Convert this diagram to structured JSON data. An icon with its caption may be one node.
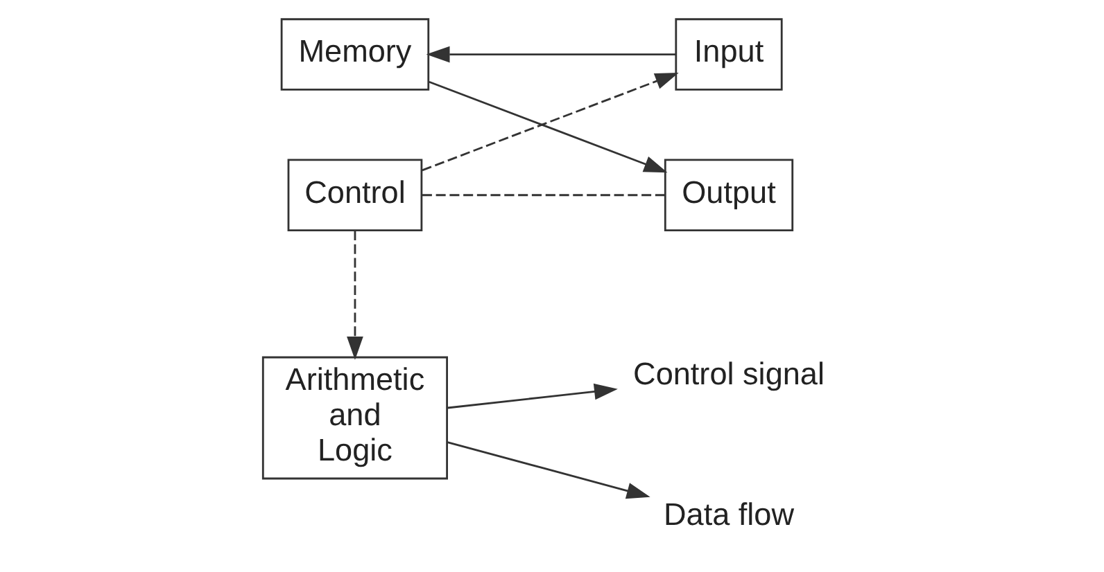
{
  "diagram": {
    "nodes": [
      {
        "text": [
          "Control"
        ]
      },
      {
        "text": [
          "Input"
        ]
      },
      {
        "text": [
          "Memory"
        ]
      },
      {
        "text": [
          "Output"
        ]
      },
      {
        "text": [
          "Arithmetic and Logic"
        ]
      },
      {
        "text": [
          "Control signal"
        ]
      },
      {
        "text": [
          "Data flow"
        ]
      }
    ],
    "edges": [
      {
        "from": 0,
        "to": 1,
        "arrow": "to",
        "style": "dashed"
      },
      {
        "from": 0,
        "to": 4,
        "arrow": "to",
        "style": "dashed"
      },
      {
        "from": 0,
        "to": 3,
        "arrow": "none",
        "style": "dashed"
      },
      {
        "from": 1,
        "to": 2,
        "arrow": "to"
      },
      {
        "from": 2,
        "to": 3,
        "arrow": "to"
      },
      {
        "from": 4,
        "to": 5,
        "arrow": "to"
      },
      {
        "from": 4,
        "to": 6,
        "arrow": "to"
      }
    ]
  }
}
